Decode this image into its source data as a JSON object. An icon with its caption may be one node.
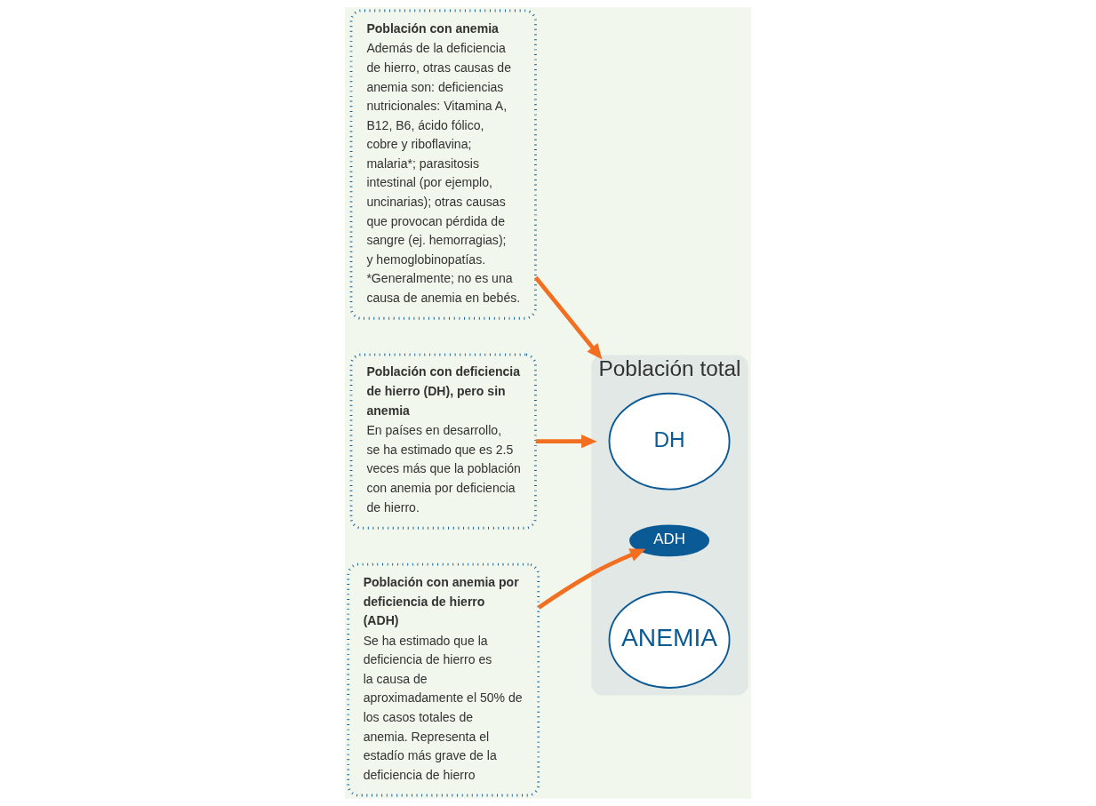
{
  "diagram": {
    "nodes": [
      {
        "text": [
          "Población con anemia",
          "Además de la deficiencia de hierro, otras causas de anemia son: deficiencias nutricionales: Vitamina A, B12, B6, ácido fólico, cobre y riboflavina; malaria*; parasitosis intestinal (por ejemplo, uncinarias); otras causas que provocan pérdida de sangre (ej. hemorragias); y hemoglobinopatías.",
          "*Generalmente; no es una causa de anemia en bebés."
        ]
      },
      {
        "text": [
          "Población total"
        ]
      },
      {
        "text": [
          "DH"
        ],
        "in": 1
      },
      {
        "text": [
          "ADH"
        ],
        "in": 1
      },
      {
        "text": [
          "ANEMIA"
        ],
        "in": 1
      },
      {
        "text": [
          "Población con deficiencia de hierro (DH), pero sin anemia",
          "En países en desarrollo, se ha estimado que es 2.5 veces más que la población con anemia por deficiencia de hierro."
        ]
      },
      {
        "text": [
          "Población con anemia por deficiencia de hierro (ADH)",
          "Se ha estimado que la deficiencia de hierro es la causa de aproximadamente el 50% de los casos totales de anemia. Representa el estadío más grave de la deficiencia de hierro"
        ]
      }
    ],
    "edges": [
      {
        "from": 0,
        "to": 1,
        "arrow": "to"
      },
      {
        "from": 5,
        "to": 1,
        "arrow": "to"
      },
      {
        "from": 6,
        "to": 3,
        "arrow": "to"
      }
    ]
  }
}
